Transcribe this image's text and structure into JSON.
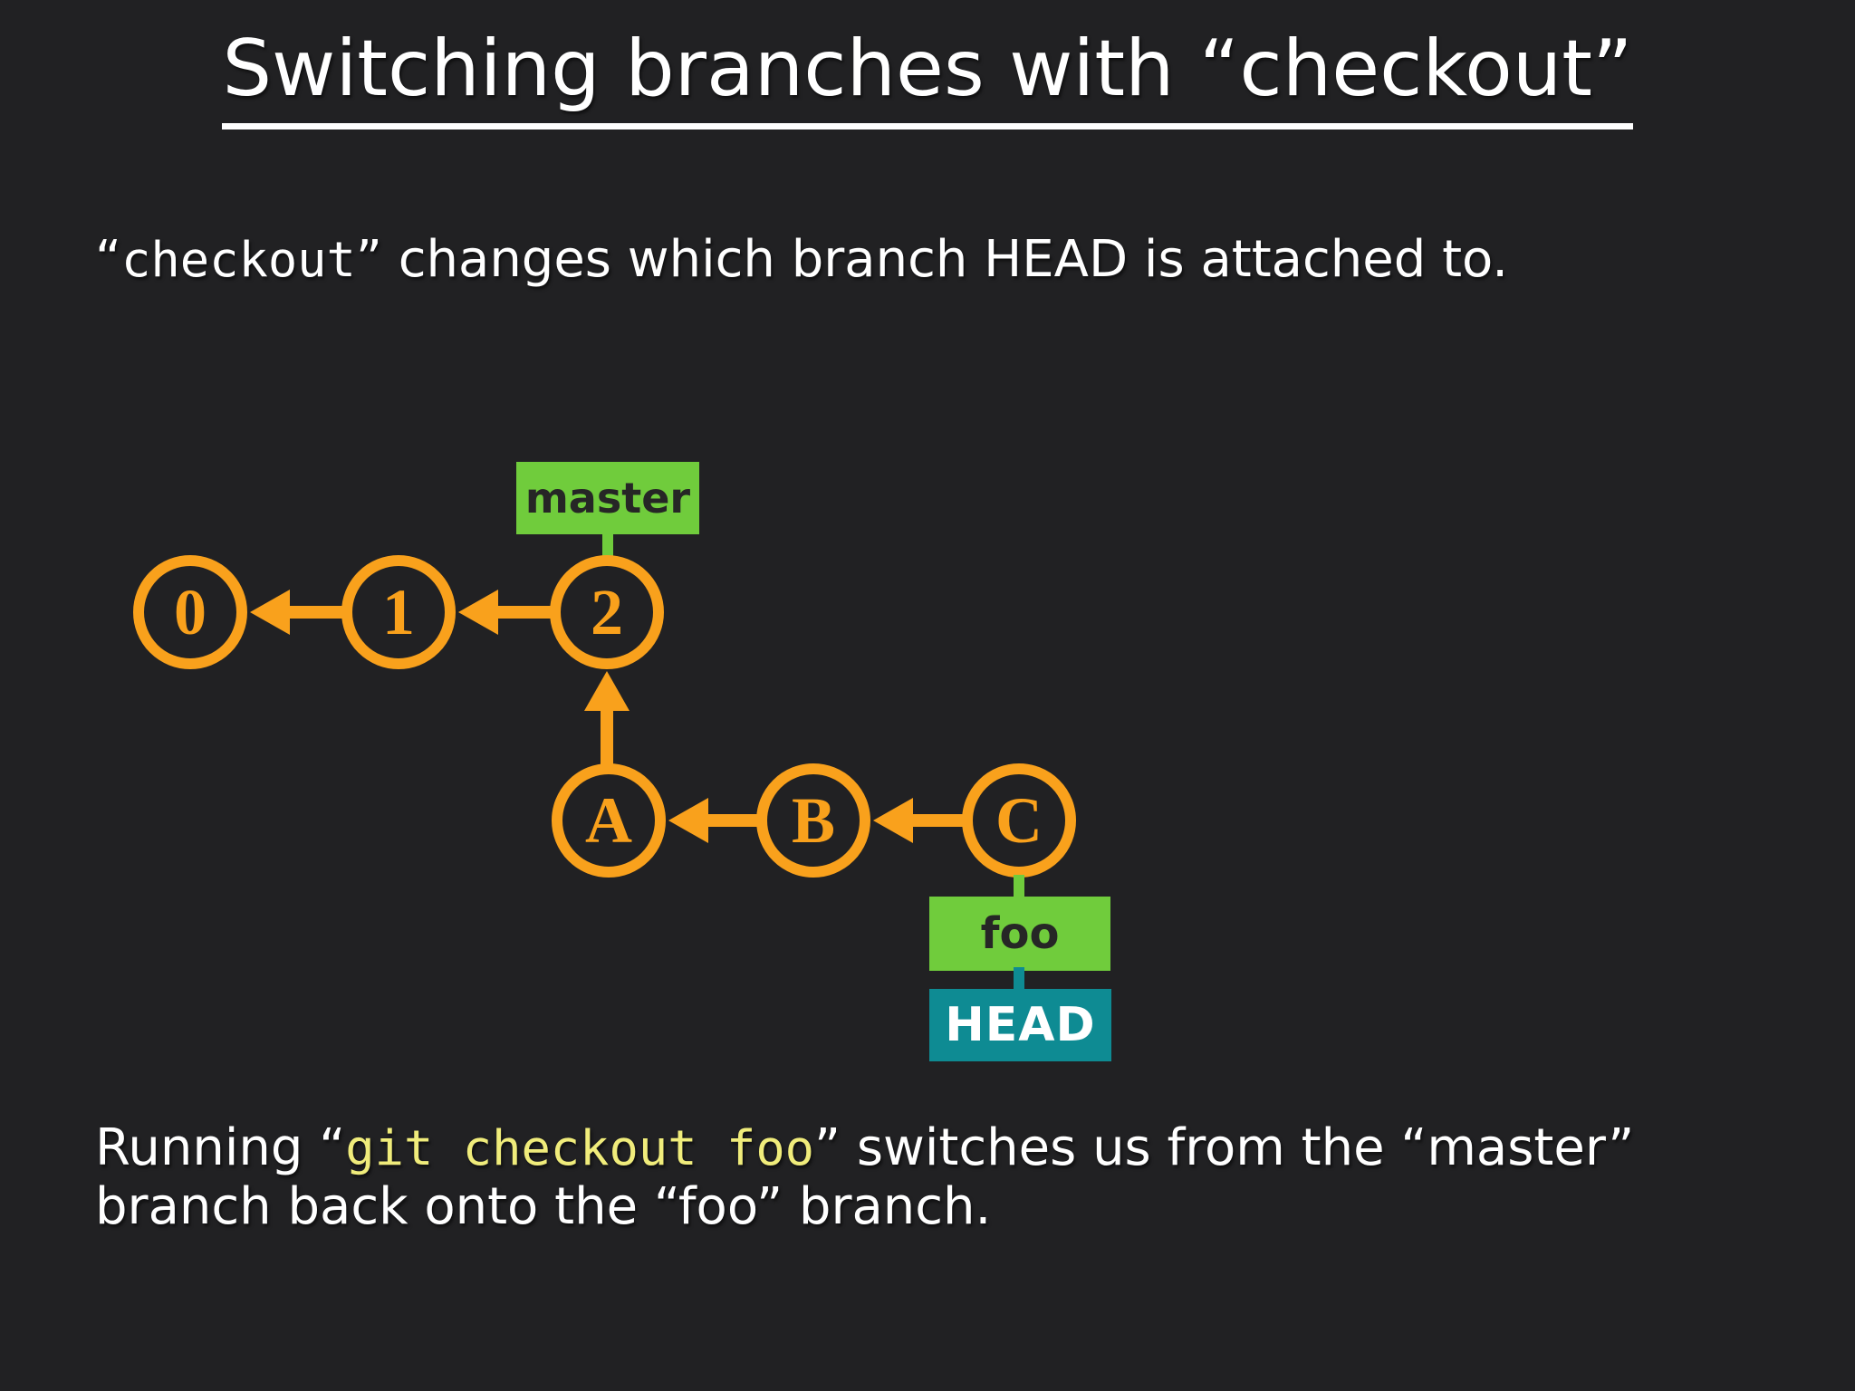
{
  "title": "Switching branches with “checkout”",
  "subtitle": {
    "pre": "“",
    "code": "checkout",
    "post": "” changes which branch HEAD is attached to."
  },
  "diagram": {
    "main_commits": [
      "0",
      "1",
      "2"
    ],
    "branch_commits": [
      "A",
      "B",
      "C"
    ],
    "branch_labels": {
      "master": "master",
      "foo": "foo"
    },
    "head_label": "HEAD"
  },
  "footer": {
    "pre": "Running “",
    "code": "git checkout foo",
    "post": "” switches us from the “master”",
    "line2": "branch back onto the “foo” branch."
  },
  "colors": {
    "background": "#212123",
    "orange": "#F9A11C",
    "green": "#70CC3C",
    "teal": "#0E8B93",
    "code_yellow": "#F0EC7B",
    "text_white": "#FFFFFF",
    "box_dark_text": "#262626"
  }
}
